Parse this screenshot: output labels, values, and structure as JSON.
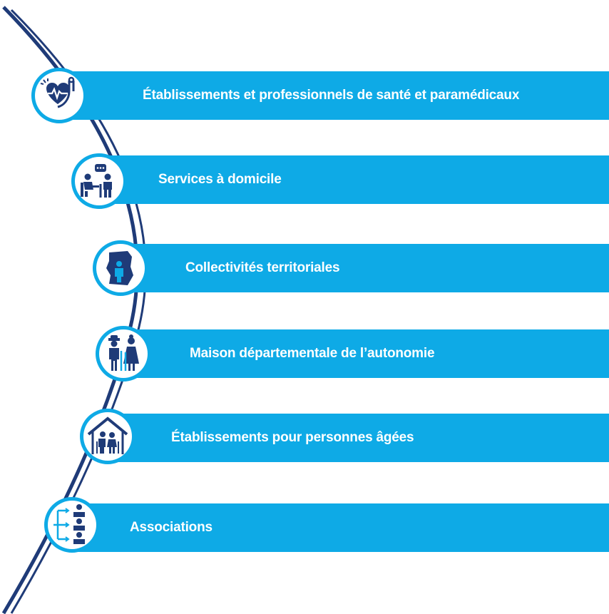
{
  "colors": {
    "bar": "#0eaae6",
    "navy": "#1f3b78",
    "white": "#ffffff",
    "skin": "#ffffff"
  },
  "items": [
    {
      "label": "Établissements et professionnels de santé et paramédicaux",
      "icon": "heart-stethoscope-icon"
    },
    {
      "label": "Services à domicile",
      "icon": "home-care-visit-icon"
    },
    {
      "label": "Collectivités territoriales",
      "icon": "territory-map-person-icon"
    },
    {
      "label": "Maison départementale de l’autonomie",
      "icon": "elderly-couple-icon"
    },
    {
      "label": "Établissements pour personnes âgées",
      "icon": "elderly-home-icon"
    },
    {
      "label": "Associations",
      "icon": "people-network-icon"
    }
  ]
}
